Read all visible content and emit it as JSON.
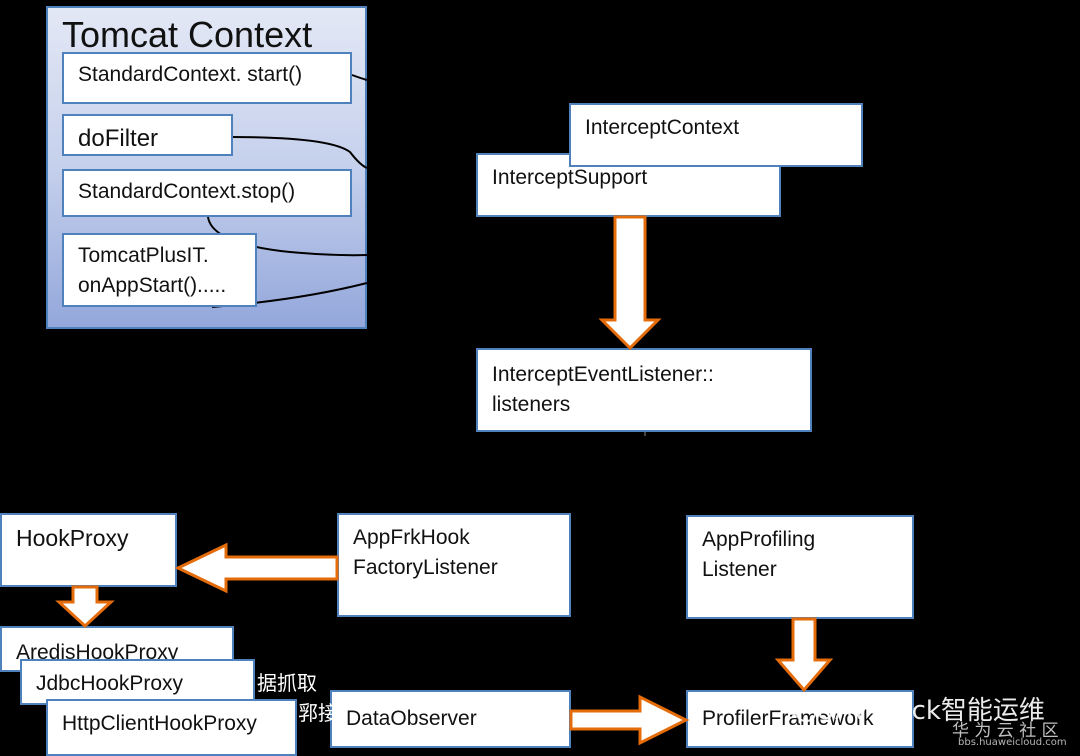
{
  "context": {
    "title": "Tomcat Context",
    "start": "StandardContext. start()",
    "dofilter": "doFilter",
    "stop": "StandardContext.stop()",
    "plugin": "TomcatPlusIT.\nonAppStart()....."
  },
  "intercept": {
    "context": "InterceptContext",
    "support": "InterceptSupport",
    "listener": "InterceptEventListener::\nlisteners"
  },
  "hooks": {
    "hookproxy": "HookProxy",
    "appfrk": "AppFrkHook\nFactoryListener",
    "aredis": "AredisHookProxy",
    "jdbc": "JdbcHookProxy",
    "httpclient": "HttpClientHookProxy"
  },
  "profiling": {
    "listener": "AppProfiling\nListener",
    "dataobserver": "DataObserver",
    "framework": "ProfilerFramework"
  },
  "overlay": {
    "frag1": "据抓取",
    "frag2": "郛接"
  },
  "watermark": {
    "brand": "UAVStack智能运维",
    "site": "华 为 云 社 区",
    "url": "bbs.huaweicloud.com"
  },
  "colors": {
    "border": "#4f81bd",
    "arrow_fill": "#ffffff",
    "arrow_stroke": "#e46c0a"
  }
}
